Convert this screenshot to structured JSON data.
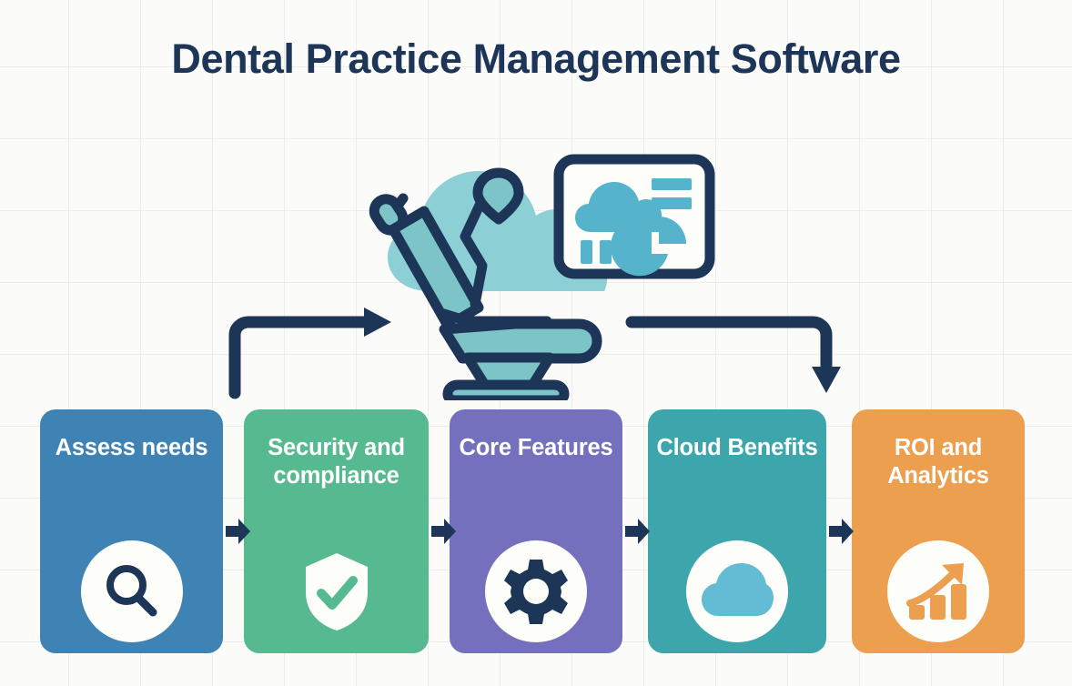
{
  "page": {
    "title": "Dental Practice Management Software",
    "background_color": "#fbfbf9",
    "title_color": "#1d3557"
  },
  "hero": {
    "name": "dental-cloud-analytics-illustration",
    "elements": [
      {
        "icon": "cloud-icon",
        "color": "#8ccfd4"
      },
      {
        "icon": "dental-chair-icon",
        "fill": "#7cc4c8",
        "outline": "#1d3557"
      },
      {
        "icon": "dashboard-screen-icon",
        "outline": "#1d3557",
        "accent": "#55b4cc"
      },
      {
        "icon": "bar-chart-icon",
        "color": "#55b4cc"
      },
      {
        "icon": "pie-chart-icon",
        "color": "#55b4cc"
      }
    ]
  },
  "flow": {
    "left_arrow": {
      "name": "flow-arrow-left",
      "direction": "right",
      "color": "#1d3557"
    },
    "right_arrow": {
      "name": "flow-arrow-right",
      "direction": "down",
      "color": "#1d3557"
    },
    "connector_color": "#1d3557"
  },
  "cards": [
    {
      "label": "Assess needs",
      "color": "#3f82b4",
      "icon": "magnifier-icon",
      "icon_style": "disc",
      "icon_color": "#1d3557",
      "name": "step-card-assess-needs"
    },
    {
      "label": "Security and compliance",
      "color": "#57b98f",
      "icon": "shield-check-icon",
      "icon_style": "plain",
      "icon_color": "#fdfdfa",
      "name": "step-card-security-and-compliance"
    },
    {
      "label": "Core Features",
      "color": "#7570bd",
      "icon": "gear-icon",
      "icon_style": "disc",
      "icon_color": "#1d3557",
      "name": "step-card-core-features"
    },
    {
      "label": "Cloud Benefits",
      "color": "#3da5ac",
      "icon": "cloud-icon",
      "icon_style": "disc",
      "icon_color": "#63bcd4",
      "name": "step-card-cloud-benefits"
    },
    {
      "label": "ROI and Analytics",
      "color": "#eb9f4f",
      "icon": "growth-chart-icon",
      "icon_style": "disc",
      "icon_color": "#eb9f4f",
      "name": "step-card-roi-and-analytics"
    }
  ],
  "step_connectors": [
    {
      "name": "step-connector-1",
      "icon": "arrow-right-icon"
    },
    {
      "name": "step-connector-2",
      "icon": "arrow-right-icon"
    },
    {
      "name": "step-connector-3",
      "icon": "arrow-right-icon"
    },
    {
      "name": "step-connector-4",
      "icon": "arrow-right-icon"
    }
  ]
}
